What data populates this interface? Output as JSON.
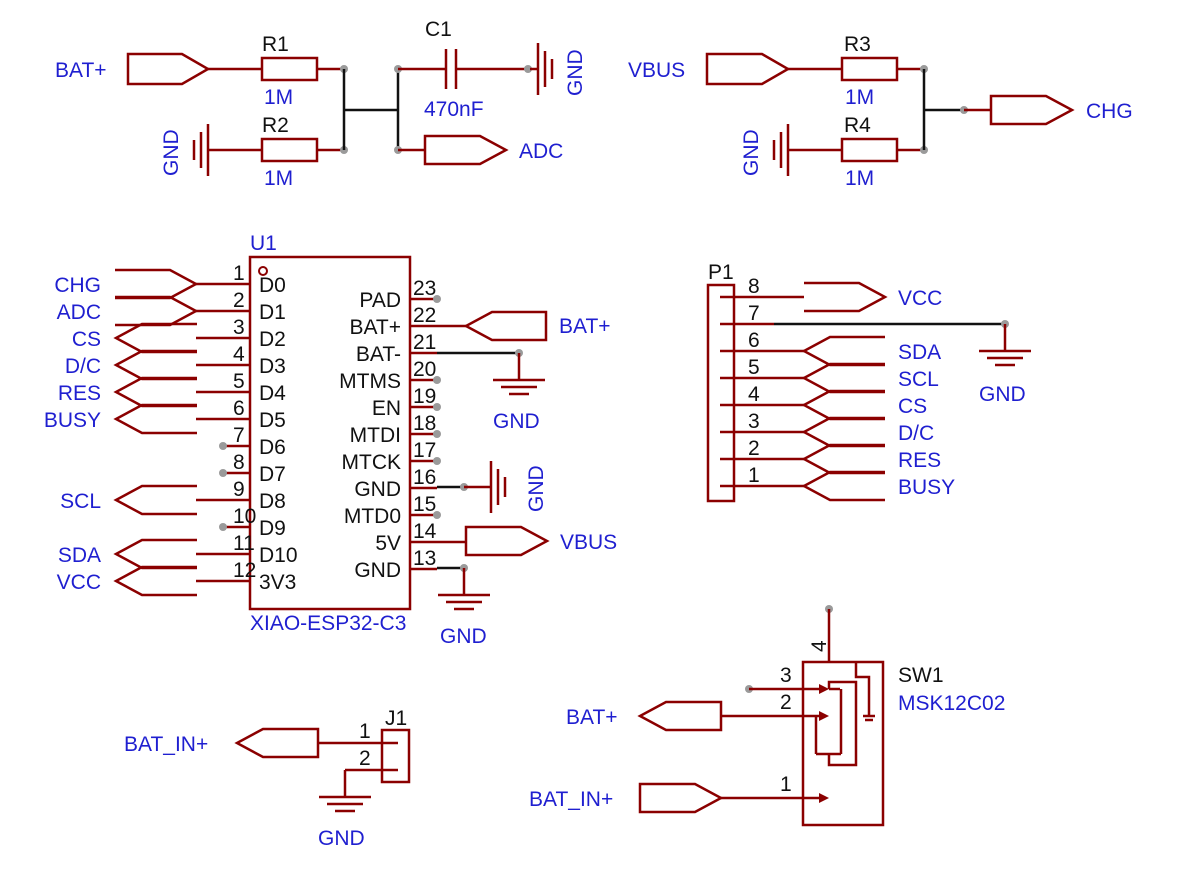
{
  "divider": {
    "r1": "R1",
    "r1_val": "1M",
    "r2": "R2",
    "r2_val": "1M",
    "c1": "C1",
    "c1_val": "470nF",
    "bat_plus": "BAT+",
    "adc": "ADC",
    "gnd_a": "GND",
    "gnd_b": "GND"
  },
  "charge": {
    "r3": "R3",
    "r3_val": "1M",
    "r4": "R4",
    "r4_val": "1M",
    "vbus": "VBUS",
    "chg": "CHG",
    "gnd": "GND"
  },
  "u1": {
    "ref": "U1",
    "part": "XIAO-ESP32-C3",
    "left_pins": [
      {
        "num": "1",
        "name": "D0",
        "net": "CHG"
      },
      {
        "num": "2",
        "name": "D1",
        "net": "ADC"
      },
      {
        "num": "3",
        "name": "D2",
        "net": "CS"
      },
      {
        "num": "4",
        "name": "D3",
        "net": "D/C"
      },
      {
        "num": "5",
        "name": "D4",
        "net": "RES"
      },
      {
        "num": "6",
        "name": "D5",
        "net": "BUSY"
      },
      {
        "num": "7",
        "name": "D6",
        "net": ""
      },
      {
        "num": "8",
        "name": "D7",
        "net": ""
      },
      {
        "num": "9",
        "name": "D8",
        "net": "SCL"
      },
      {
        "num": "10",
        "name": "D9",
        "net": ""
      },
      {
        "num": "11",
        "name": "D10",
        "net": "SDA"
      },
      {
        "num": "12",
        "name": "3V3",
        "net": "VCC"
      }
    ],
    "right_pins": [
      {
        "num": "23",
        "name": "PAD"
      },
      {
        "num": "22",
        "name": "BAT+"
      },
      {
        "num": "21",
        "name": "BAT-"
      },
      {
        "num": "20",
        "name": "MTMS"
      },
      {
        "num": "19",
        "name": "EN"
      },
      {
        "num": "18",
        "name": "MTDI"
      },
      {
        "num": "17",
        "name": "MTCK"
      },
      {
        "num": "16",
        "name": "GND"
      },
      {
        "num": "15",
        "name": "MTD0"
      },
      {
        "num": "14",
        "name": "5V"
      },
      {
        "num": "13",
        "name": "GND"
      }
    ],
    "net_bat_plus": "BAT+",
    "net_vbus": "VBUS",
    "gnd_21": "GND",
    "gnd_16": "GND",
    "gnd_13": "GND"
  },
  "p1": {
    "ref": "P1",
    "pins": [
      {
        "num": "8",
        "net": "VCC"
      },
      {
        "num": "7",
        "net": ""
      },
      {
        "num": "6",
        "net": "SDA"
      },
      {
        "num": "5",
        "net": "SCL"
      },
      {
        "num": "4",
        "net": "CS"
      },
      {
        "num": "3",
        "net": "D/C"
      },
      {
        "num": "2",
        "net": "RES"
      },
      {
        "num": "1",
        "net": "BUSY"
      }
    ],
    "gnd": "GND"
  },
  "j1": {
    "ref": "J1",
    "pin1": "1",
    "pin2": "2",
    "net_in": "BAT_IN+",
    "gnd": "GND"
  },
  "sw1": {
    "ref": "SW1",
    "part": "MSK12C02",
    "pin1": "1",
    "pin2": "2",
    "pin3": "3",
    "pin4": "4",
    "net_bat_plus": "BAT+",
    "net_bat_in": "BAT_IN+"
  }
}
